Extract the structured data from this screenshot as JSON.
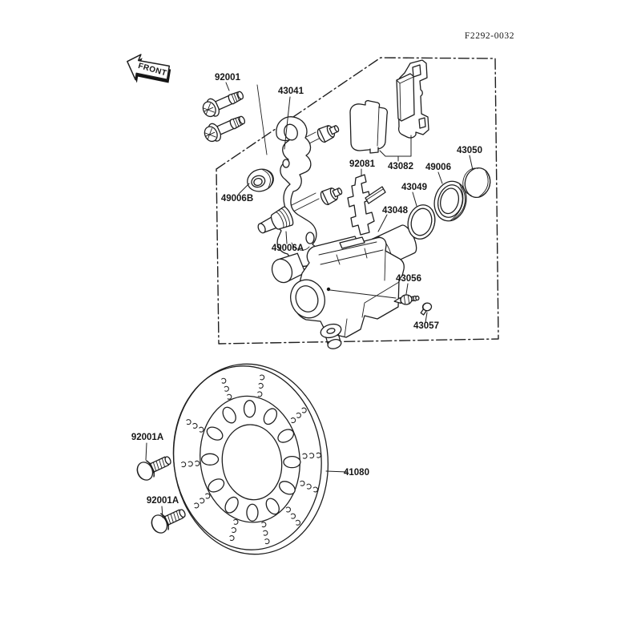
{
  "figure_code": "F2292-0032",
  "front_marker": {
    "label": "FRONT"
  },
  "parts": {
    "mount_bolt": {
      "number": "92001"
    },
    "caliper_bracket": {
      "number": "43041"
    },
    "pin_boot_b": {
      "number": "49006B"
    },
    "pin_boot_a": {
      "number": "49006A"
    },
    "pad_spring_clip": {
      "number": "92081"
    },
    "brake_pad_set": {
      "number": "43082"
    },
    "piston_seal": {
      "number": "43049"
    },
    "piston": {
      "number": "43048"
    },
    "dust_seal": {
      "number": "49006"
    },
    "dust_cap": {
      "number": "43050"
    },
    "bleed_valve": {
      "number": "43056"
    },
    "bleed_valve_cap": {
      "number": "43057"
    },
    "disc_bolt_upper": {
      "number": "92001A"
    },
    "disc_bolt_lower": {
      "number": "92001A"
    },
    "brake_disc": {
      "number": "41080"
    }
  }
}
